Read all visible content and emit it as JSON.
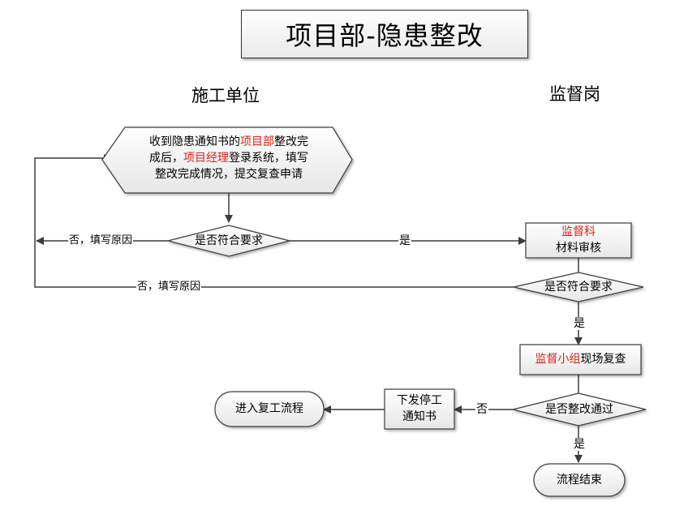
{
  "title": "项目部-隐患整改",
  "lanes": {
    "left": "施工单位",
    "right": "监督岗"
  },
  "nodes": {
    "receive": {
      "line1_a": "收到隐患通知书的",
      "line1_red": "项目部",
      "line1_b": "整改完",
      "line2_a": "成后，",
      "line2_red": "项目经理",
      "line2_b": "登录系统，填写",
      "line3": "整改完成情况，提交复查申请"
    },
    "decision1": "是否符合要求",
    "review": {
      "red": "监督科",
      "text": "材料审核"
    },
    "decision2": "是否符合要求",
    "site_check": {
      "red": "监督小组",
      "text": "现场复查"
    },
    "decision3": "是否整改通过",
    "stop_notice": {
      "line1": "下发停工",
      "line2": "通知书"
    },
    "resume": "进入复工流程",
    "end": "流程结束"
  },
  "edge_labels": {
    "d1_no": "否，填写原因",
    "d1_yes": "是",
    "d2_no": "否，填写原因",
    "d2_yes": "是",
    "d3_no": "否",
    "d3_yes": "是"
  },
  "colors": {
    "highlight": "#d9261c",
    "line": "#3c3c3c"
  }
}
